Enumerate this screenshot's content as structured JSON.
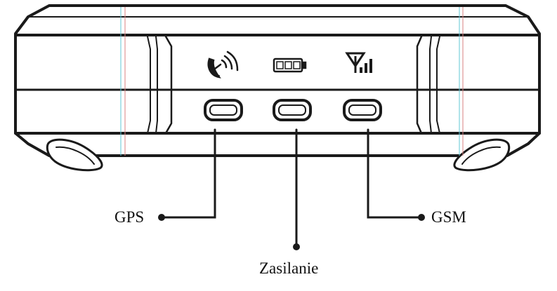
{
  "device": {
    "name": "gps-tracker-device",
    "colors": {
      "outline": "#1a1a1a",
      "body_fill": "#ffffff",
      "fringe_cyan": "#5fc7d6",
      "fringe_red": "#d98080"
    }
  },
  "indicators": [
    {
      "id": "gps",
      "icon": "satellite-dish-icon",
      "label": "GPS"
    },
    {
      "id": "power",
      "icon": "battery-icon",
      "label": "Zasilanie"
    },
    {
      "id": "gsm",
      "icon": "signal-antenna-icon",
      "label": "GSM"
    }
  ]
}
